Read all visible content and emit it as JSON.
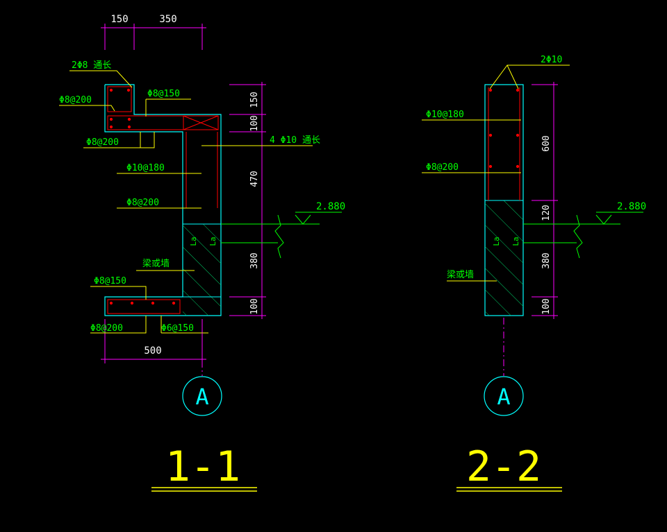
{
  "section_1_1": {
    "dims_top": [
      "150",
      "350"
    ],
    "dim_bottom": "500",
    "dims_right": [
      "150",
      "100",
      "470",
      "380",
      "100"
    ],
    "labels": {
      "top_long": "2Φ8 通长",
      "stirrup_left": "Φ8@200",
      "stirrup_mid": "Φ8@150",
      "lower_left": "Φ8@200",
      "long_bars": "4 Φ10 通长",
      "wall_vert": "Φ10@180",
      "wall_horiz": "Φ8@200",
      "beam_or_wall": "梁或墙",
      "footing_top": "Φ8@150",
      "footing_bl": "Φ8@200",
      "footing_br": "Φ6@150",
      "la_1": "La",
      "la_2": "La"
    },
    "elevation": "2.880",
    "axis": "A",
    "title": "1-1"
  },
  "section_2_2": {
    "dims_right": [
      "600",
      "120",
      "380",
      "100"
    ],
    "labels": {
      "top_bars": "2Φ10",
      "vert": "Φ10@180",
      "horiz": "Φ8@200",
      "beam_or_wall": "梁或墙",
      "la_1": "La",
      "la_2": "La"
    },
    "elevation": "2.880",
    "axis": "A",
    "title": "2-2"
  },
  "colors": {
    "background": "#000000",
    "outline": "#00ffff",
    "dimension": "#ff00ff",
    "leader": "#ffff00",
    "label": "#00ff00",
    "rebar": "#ff0000",
    "title": "#ffff00",
    "axis_circle": "#00ffff"
  }
}
